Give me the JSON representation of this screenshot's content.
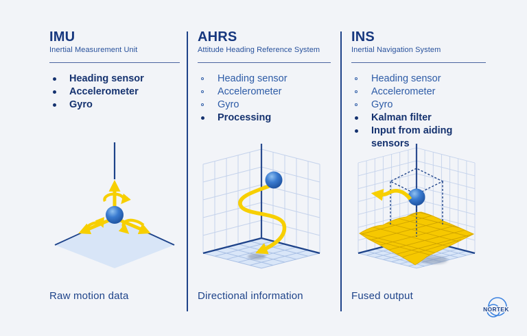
{
  "colors": {
    "background": "#f2f4f8",
    "navy": "#16377e",
    "body_blue": "#2d5ba6",
    "bold_navy": "#15326f",
    "divider": "#1d4289",
    "yellow": "#f7cf00",
    "surface_yellow": "#f6c800",
    "plane_blue": "#d9e6f8",
    "grid_blue": "#c4d2eb",
    "ball_blue": "#3672c2",
    "logo_blue": "#3b82e0"
  },
  "columns": [
    {
      "title": "IMU",
      "subtitle": "Inertial Measurement Unit",
      "items": [
        {
          "label": "Heading sensor",
          "bold": true,
          "bullet": "filled"
        },
        {
          "label": "Accelerometer",
          "bold": true,
          "bullet": "filled"
        },
        {
          "label": "Gyro",
          "bold": true,
          "bullet": "filled"
        }
      ],
      "diagram": "imu-three-axis-rotation-illustration",
      "caption": "Raw motion data"
    },
    {
      "title": "AHRS",
      "subtitle": "Attitude Heading Reference System",
      "items": [
        {
          "label": "Heading sensor",
          "bold": false,
          "bullet": "open"
        },
        {
          "label": "Accelerometer",
          "bold": false,
          "bullet": "open"
        },
        {
          "label": "Gyro",
          "bold": false,
          "bullet": "open"
        },
        {
          "label": "Processing",
          "bold": true,
          "bullet": "filled"
        }
      ],
      "diagram": "ahrs-trajectory-grid-illustration",
      "caption": "Directional information"
    },
    {
      "title": "INS",
      "subtitle": "Inertial Navigation System",
      "items": [
        {
          "label": "Heading sensor",
          "bold": false,
          "bullet": "open"
        },
        {
          "label": "Accelerometer",
          "bold": false,
          "bullet": "open"
        },
        {
          "label": "Gyro",
          "bold": false,
          "bullet": "open"
        },
        {
          "label": "Kalman filter",
          "bold": true,
          "bullet": "filled"
        },
        {
          "label": "Input from aiding sensors",
          "bold": true,
          "bullet": "filled"
        }
      ],
      "diagram": "ins-fused-surface-illustration",
      "caption": "Fused output"
    }
  ],
  "logo": {
    "text": "NORTEK"
  }
}
